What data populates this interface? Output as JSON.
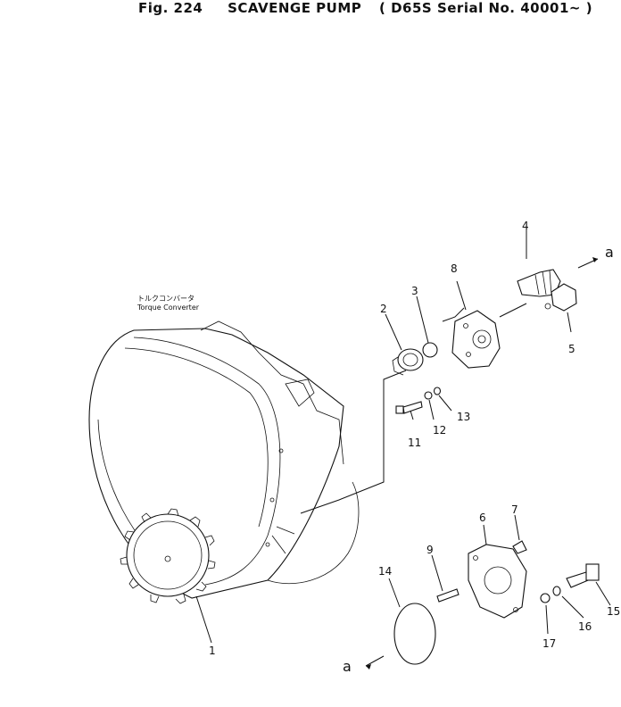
{
  "title": {
    "fig": "Fig. 224",
    "name": "SCAVENGE PUMP",
    "serial": "( D65S Serial No. 40001~ )"
  },
  "labels": {
    "torque_converter_jp": "トルクコンバータ",
    "torque_converter_en": "Torque Converter",
    "arrow_a": "a"
  },
  "callouts": [
    "1",
    "2",
    "3",
    "4",
    "5",
    "6",
    "7",
    "8",
    "9",
    "11",
    "12",
    "13",
    "14",
    "15",
    "16",
    "17"
  ]
}
